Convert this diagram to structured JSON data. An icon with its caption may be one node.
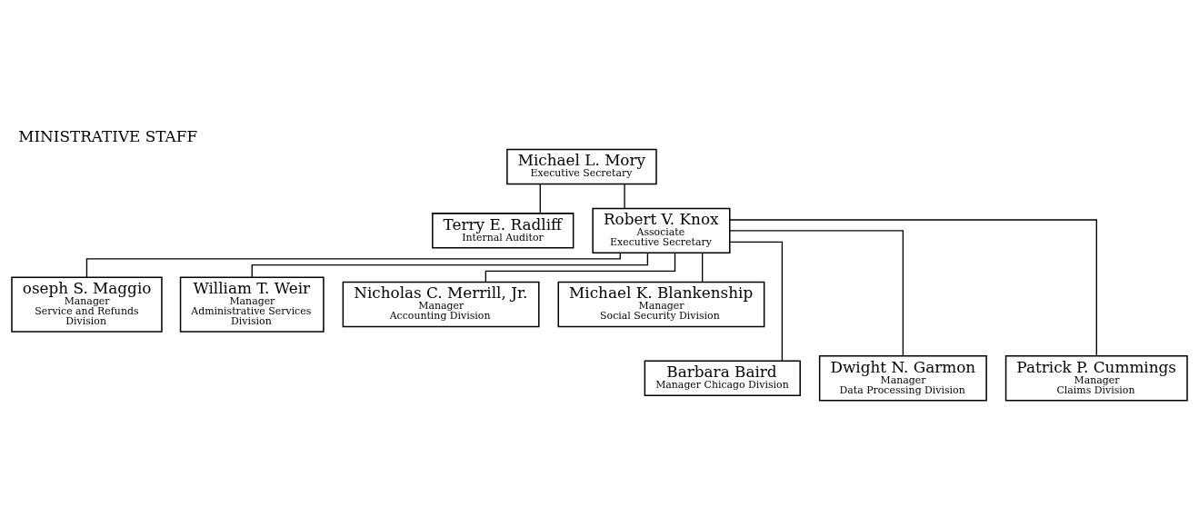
{
  "diagram": {
    "title": "MINISTRATIVE STAFF",
    "nodes": [
      {
        "text": [
          "Michael L. Mory",
          "Executive Secretary"
        ]
      },
      {
        "text": [
          "Terry E. Radliff",
          "Internal Auditor"
        ]
      },
      {
        "text": [
          "Robert V. Knox",
          "Associate Executive Secretary"
        ]
      },
      {
        "text": [
          "oseph S. Maggio",
          "Manager Service and Refunds Division"
        ]
      },
      {
        "text": [
          "William T. Weir",
          "Manager Administrative Services Division"
        ]
      },
      {
        "text": [
          "Nicholas C. Merrill, Jr.",
          "Manager Accounting Division"
        ]
      },
      {
        "text": [
          "Michael K. Blankenship",
          "Manager Social Security Division"
        ]
      },
      {
        "text": [
          "Barbara Baird",
          "Manager Chicago Division"
        ]
      },
      {
        "text": [
          "Dwight N. Garmon",
          "Manager Data Processing Division"
        ]
      },
      {
        "text": [
          "Patrick P. Cummings",
          "Manager Claims Division"
        ]
      }
    ],
    "edges": [
      {
        "from": 0,
        "to": 1,
        "arrow": "none"
      },
      {
        "from": 0,
        "to": 2,
        "arrow": "none"
      },
      {
        "from": 2,
        "to": 3,
        "arrow": "none"
      },
      {
        "from": 2,
        "to": 7,
        "arrow": "none"
      },
      {
        "from": 2,
        "to": 4,
        "arrow": "none"
      },
      {
        "from": 2,
        "to": 8,
        "arrow": "none"
      },
      {
        "from": 2,
        "to": 5,
        "arrow": "none"
      },
      {
        "from": 2,
        "to": 9,
        "arrow": "none"
      },
      {
        "from": 2,
        "to": 6,
        "arrow": "none"
      }
    ]
  }
}
